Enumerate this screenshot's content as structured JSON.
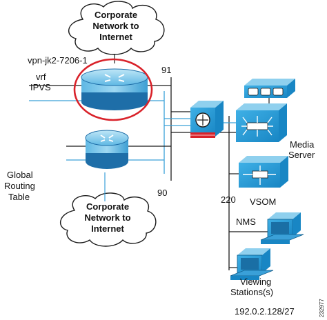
{
  "clouds": {
    "top": {
      "line1": "Corporate",
      "line2": "Network to",
      "line3": "Internet"
    },
    "bottom": {
      "line1": "Corporate",
      "line2": "Network to",
      "line3": "Internet"
    }
  },
  "routers": {
    "top": {
      "name": "vpn-jk2-7206-1",
      "vrf_line1": "vrf",
      "vrf_line2": "IPVS"
    },
    "bottom": {
      "label_line1": "Global",
      "label_line2": "Routing",
      "label_line3": "Table"
    }
  },
  "vlans": {
    "upper": "91",
    "lower": "90",
    "right": "220"
  },
  "devices": {
    "media_server_line1": "Media",
    "media_server_line2": "Server",
    "vsom": "VSOM",
    "nms": "NMS",
    "viewing_line1": "Viewing",
    "viewing_line2": "Stations(s)"
  },
  "subnet": "192.0.2.128/27",
  "figure_id": "232977",
  "colors": {
    "cisco_blue": "#2a9fd6",
    "router_top": "#7fc8ea",
    "router_dark": "#1e6ea8",
    "highlight": "#d9222a",
    "line": "#1a1a1a",
    "link": "#3aa0d8"
  }
}
